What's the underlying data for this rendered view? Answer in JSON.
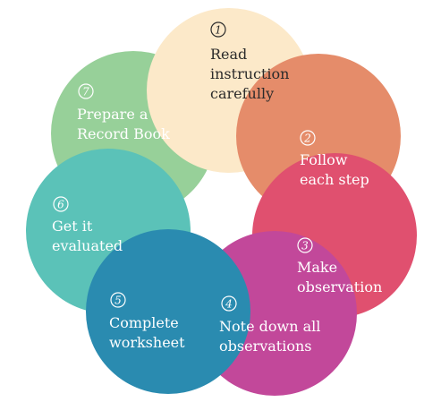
{
  "steps": [
    {
      "number": "1",
      "lines": [
        "Read",
        "instruction",
        "carefully"
      ],
      "fill": "#FCE9C9",
      "text_color": "#2B2B2B"
    },
    {
      "number": "2",
      "lines": [
        "Follow",
        "each step"
      ],
      "fill": "#E58C6A",
      "text_color": "#FFFFFF"
    },
    {
      "number": "3",
      "lines": [
        "Make",
        "observation"
      ],
      "fill": "#E0506F",
      "text_color": "#FFFFFF"
    },
    {
      "number": "4",
      "lines": [
        "Note down all",
        "observations"
      ],
      "fill": "#C2489A",
      "text_color": "#FFFFFF"
    },
    {
      "number": "5",
      "lines": [
        "Complete",
        "worksheet"
      ],
      "fill": "#2A8BB0",
      "text_color": "#FFFFFF"
    },
    {
      "number": "6",
      "lines": [
        "Get it",
        "evaluated"
      ],
      "fill": "#5BC2B8",
      "text_color": "#FFFFFF"
    },
    {
      "number": "7",
      "lines": [
        "Prepare a",
        "Record Book"
      ],
      "fill": "#97D099",
      "text_color": "#FFFFFF"
    }
  ]
}
